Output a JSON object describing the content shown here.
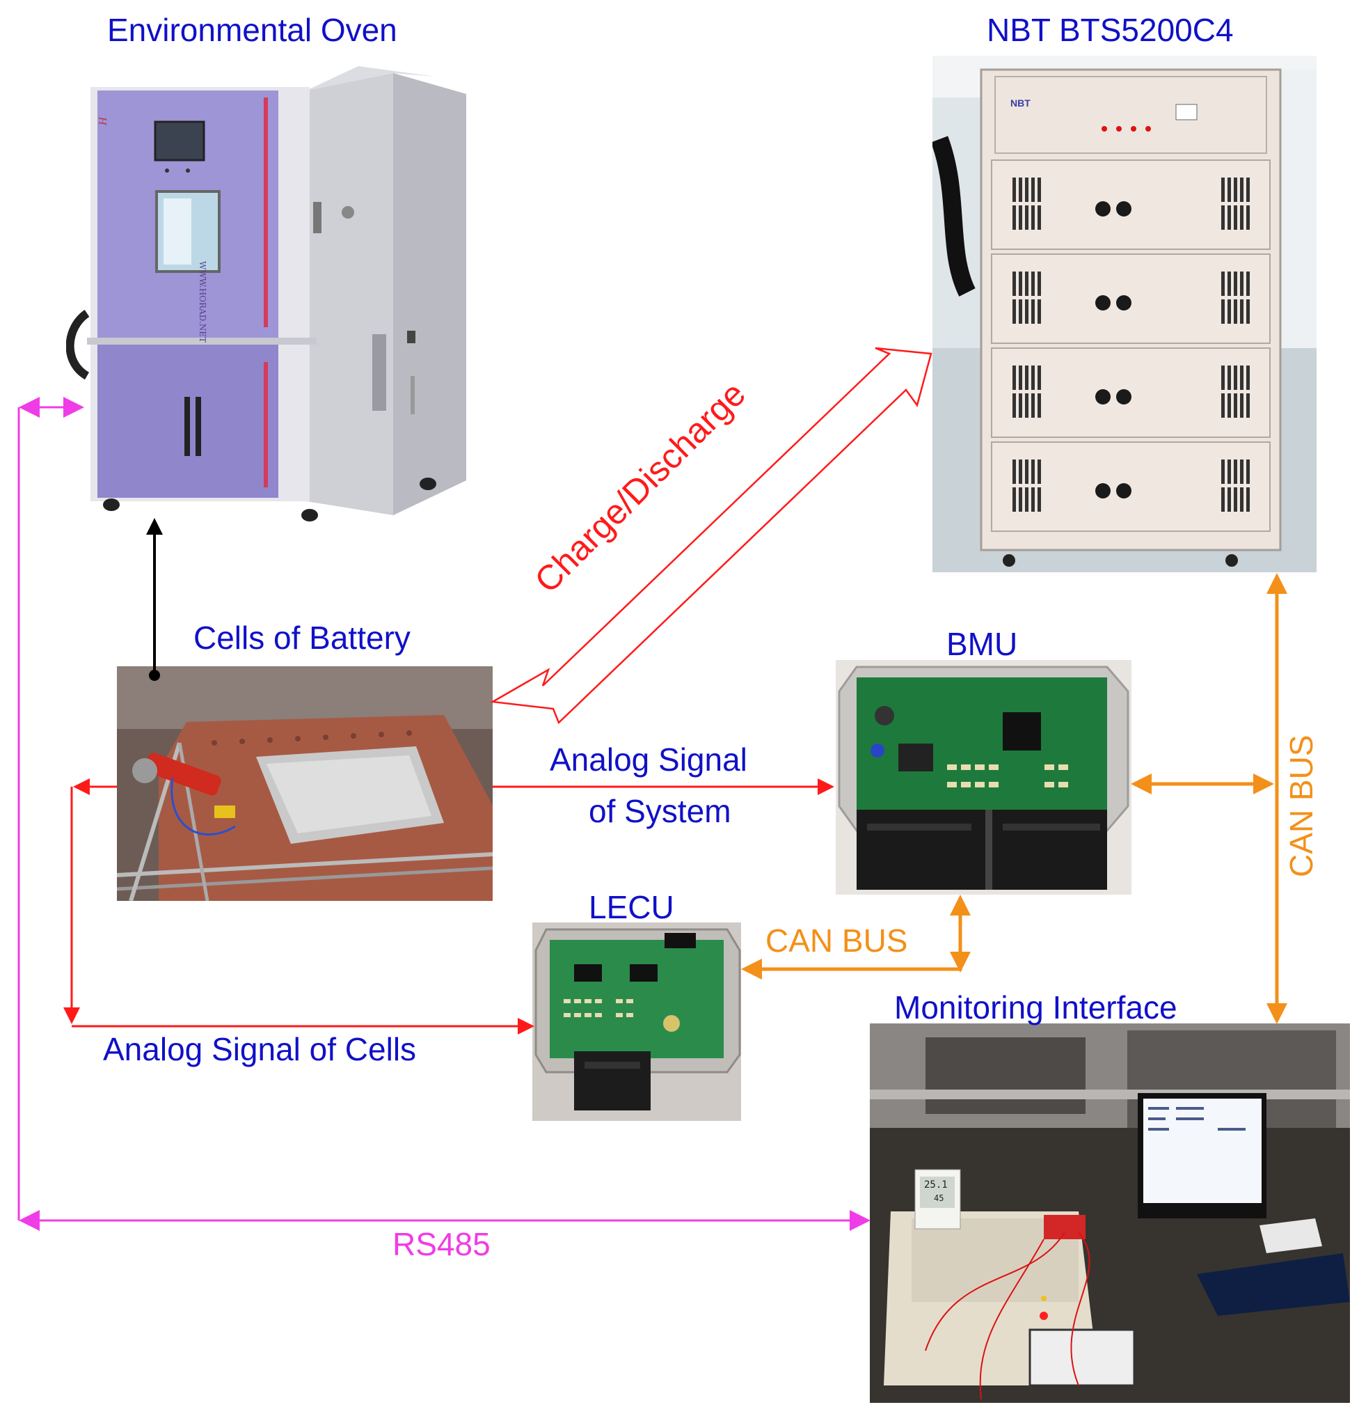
{
  "labels": {
    "environmental_oven": "Environmental Oven",
    "nbt_tester": "NBT BTS5200C4",
    "cells_of_battery": "Cells of Battery",
    "bmu": "BMU",
    "lecu": "LECU",
    "monitoring_interface": "Monitoring Interface",
    "charge_discharge": "Charge/Discharge",
    "analog_signal_system_line1": "Analog Signal",
    "analog_signal_system_line2": "of System",
    "analog_signal_cells": "Analog Signal of Cells",
    "can_bus_lecu_bmu": "CAN BUS",
    "can_bus_vertical": "CAN BUS",
    "rs485": "RS485"
  },
  "photo_texts": {
    "oven_website": "WWW.HORAD.NET",
    "tester_brand": "NBT",
    "thermometer_reading_1": "25.1",
    "thermometer_reading_2": "45"
  },
  "colors": {
    "title_blue": "#1010c8",
    "signal_red": "#ff1a1a",
    "can_orange": "#f39019",
    "rs485_magenta": "#f03ce6",
    "link_black": "#000000"
  }
}
